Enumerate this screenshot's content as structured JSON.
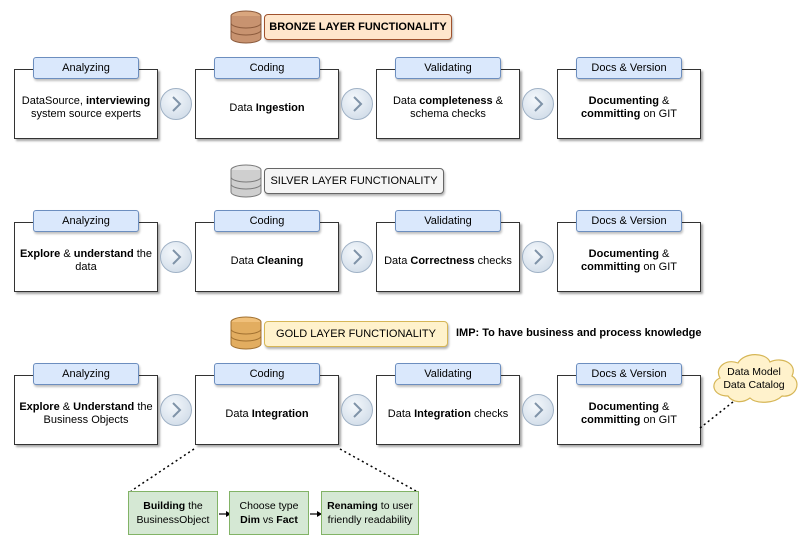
{
  "layers": [
    {
      "title": "BRONZE LAYER FUNCTIONALITY",
      "title_bg": "#ffe6cc",
      "title_border": "#a0522d",
      "stages": [
        {
          "tab": "Analyzing",
          "parts": [
            {
              "t": "DataSource, ",
              "b": false
            },
            {
              "t": "interviewing",
              "b": true
            },
            {
              "t": " system source experts",
              "b": false
            }
          ]
        },
        {
          "tab": "Coding",
          "parts": [
            {
              "t": "Data ",
              "b": false
            },
            {
              "t": "Ingestion",
              "b": true
            }
          ]
        },
        {
          "tab": "Validating",
          "parts": [
            {
              "t": "Data ",
              "b": false
            },
            {
              "t": "completeness",
              "b": true
            },
            {
              "t": " & schema checks",
              "b": false
            }
          ]
        },
        {
          "tab": "Docs & Version",
          "parts": [
            {
              "t": "Documenting",
              "b": true
            },
            {
              "t": " & ",
              "b": false
            },
            {
              "t": "committing",
              "b": true
            },
            {
              "t": " on GIT",
              "b": false
            }
          ]
        }
      ]
    },
    {
      "title": "SILVER LAYER FUNCTIONALITY",
      "title_bg": "#f5f5f5",
      "title_border": "#666666",
      "stages": [
        {
          "tab": "Analyzing",
          "parts": [
            {
              "t": "Explore",
              "b": true
            },
            {
              "t": " & ",
              "b": false
            },
            {
              "t": "understand",
              "b": true
            },
            {
              "t": " the data",
              "b": false
            }
          ]
        },
        {
          "tab": "Coding",
          "parts": [
            {
              "t": "Data ",
              "b": false
            },
            {
              "t": "Cleaning",
              "b": true
            }
          ]
        },
        {
          "tab": "Validating",
          "parts": [
            {
              "t": "Data ",
              "b": false
            },
            {
              "t": "Correctness",
              "b": true
            },
            {
              "t": " checks",
              "b": false
            }
          ]
        },
        {
          "tab": "Docs & Version",
          "parts": [
            {
              "t": "Documenting",
              "b": true
            },
            {
              "t": " & ",
              "b": false
            },
            {
              "t": "committing",
              "b": true
            },
            {
              "t": " on GIT",
              "b": false
            }
          ]
        }
      ]
    },
    {
      "title": "GOLD LAYER FUNCTIONALITY",
      "title_bg": "#fff2cc",
      "title_border": "#d6b656",
      "note": "IMP: To have business and process knowledge",
      "stages": [
        {
          "tab": "Analyzing",
          "parts": [
            {
              "t": "Explore",
              "b": true
            },
            {
              "t": " & ",
              "b": false
            },
            {
              "t": "Understand",
              "b": true
            },
            {
              "t": " the Business Objects",
              "b": false
            }
          ]
        },
        {
          "tab": "Coding",
          "parts": [
            {
              "t": "Data ",
              "b": false
            },
            {
              "t": "Integration",
              "b": true
            }
          ]
        },
        {
          "tab": "Validating",
          "parts": [
            {
              "t": "Data ",
              "b": false
            },
            {
              "t": "Integration",
              "b": true
            },
            {
              "t": " checks",
              "b": false
            }
          ]
        },
        {
          "tab": "Docs & Version",
          "parts": [
            {
              "t": "Documenting",
              "b": true
            },
            {
              "t": " & ",
              "b": false
            },
            {
              "t": "committing",
              "b": true
            },
            {
              "t": " on GIT",
              "b": false
            }
          ]
        }
      ]
    }
  ],
  "cloud": {
    "line1": "Data Model",
    "line2": "Data Catalog",
    "fill": "#fff2cc",
    "stroke": "#d6b656"
  },
  "gold_steps": [
    {
      "parts": [
        {
          "t": "Building",
          "b": true
        },
        {
          "t": " the BusinessObject",
          "b": false
        }
      ]
    },
    {
      "parts": [
        {
          "t": "Choose type ",
          "b": false
        },
        {
          "t": "Dim",
          "b": true
        },
        {
          "t": " vs ",
          "b": false
        },
        {
          "t": "Fact",
          "b": true
        }
      ]
    },
    {
      "parts": [
        {
          "t": "Renaming",
          "b": true
        },
        {
          "t": " to user friendly readability",
          "b": false
        }
      ]
    }
  ]
}
